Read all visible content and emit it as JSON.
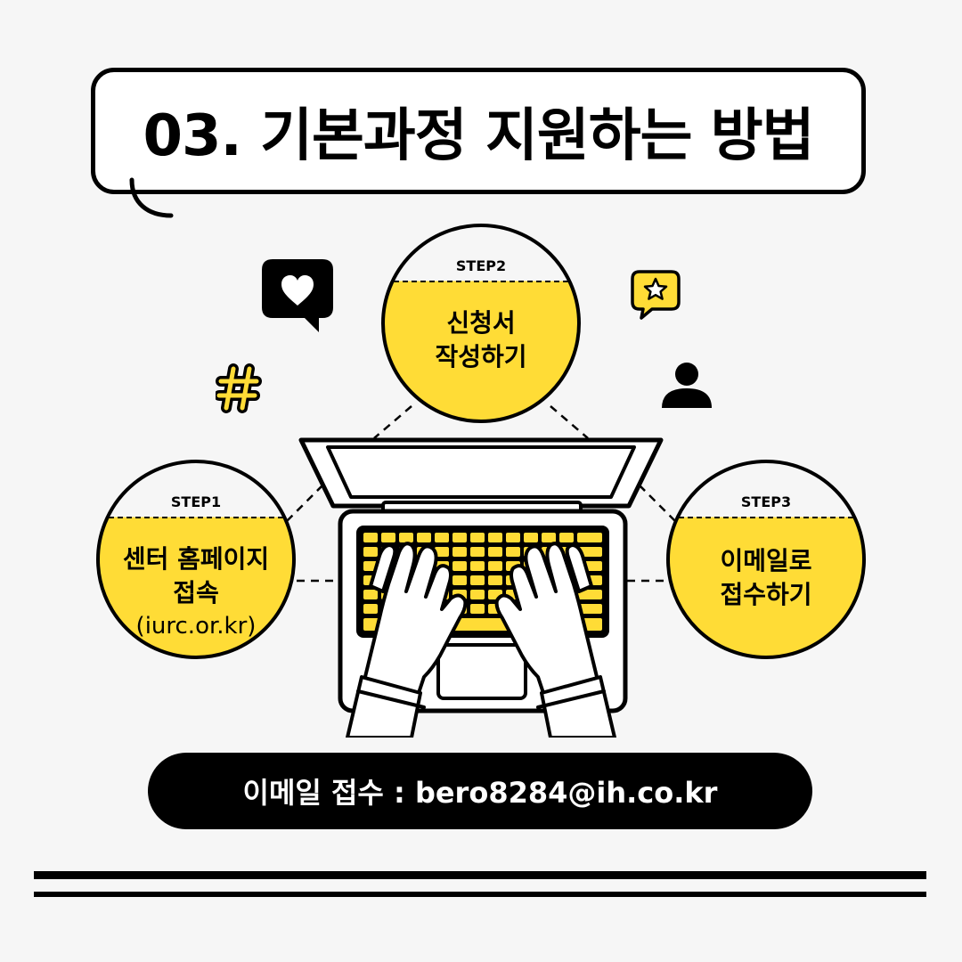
{
  "title": "03. 기본과정 지원하는 방법",
  "steps": {
    "step1": {
      "label": "STEP1",
      "line1": "센터 홈페이지",
      "line2": "접속",
      "sub": "(iurc.or.kr)"
    },
    "step2": {
      "label": "STEP2",
      "line1": "신청서",
      "line2": "작성하기"
    },
    "step3": {
      "label": "STEP3",
      "line1": "이메일로",
      "line2": "접수하기"
    }
  },
  "email": {
    "text": "이메일 접수 : bero8284@ih.co.kr"
  },
  "colors": {
    "accent": "#ffdc36",
    "ink": "#000000",
    "background": "#f6f6f6"
  },
  "icons": [
    "heart-chat-icon",
    "star-chat-icon",
    "hashtag-icon",
    "user-icon",
    "laptop-typing-illustration"
  ]
}
